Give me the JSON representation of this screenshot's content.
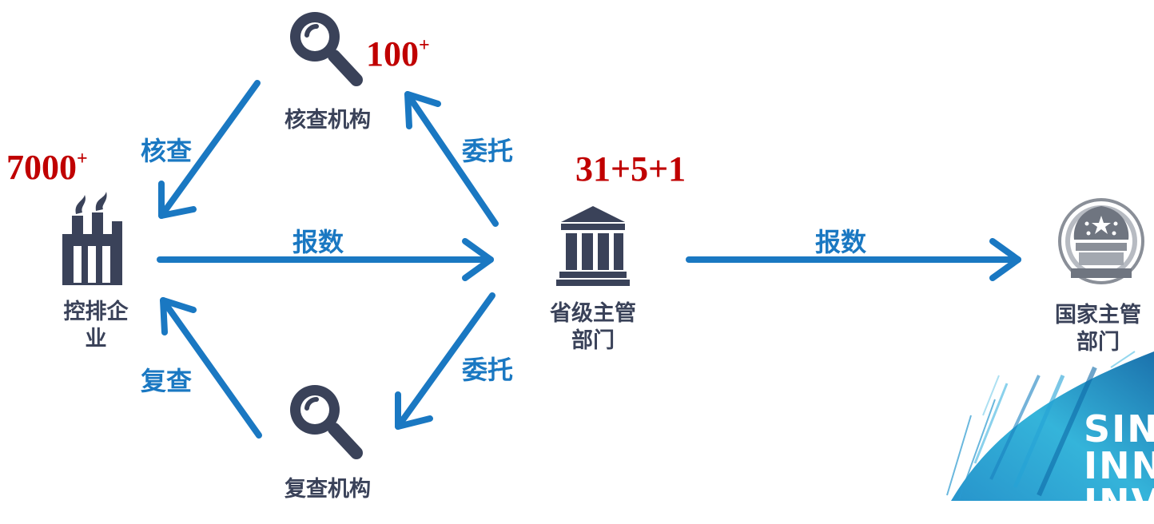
{
  "nodes": {
    "enterprise": {
      "label_line1": "控排企",
      "label_line2": "业",
      "count": "7000",
      "count_sup": "+",
      "icon": "factory-icon"
    },
    "verification_agency": {
      "label": "核查机构",
      "count": "100",
      "count_sup": "+",
      "icon": "magnifier-icon"
    },
    "review_agency": {
      "label": "复查机构",
      "icon": "magnifier-icon"
    },
    "provincial_authority": {
      "label_line1": "省级主管",
      "label_line2": "部门",
      "count": "31+5+1",
      "icon": "government-building-icon"
    },
    "national_authority": {
      "label_line1": "国家主管",
      "label_line2": "部门",
      "icon": "national-emblem-icon"
    }
  },
  "edges": {
    "verify": "核查",
    "entrust_top": "委托",
    "report_main": "报数",
    "entrust_bottom": "委托",
    "review": "复查",
    "report_national": "报数"
  },
  "watermark": {
    "line1": "SIN",
    "line2": "INN",
    "line3": "INV"
  },
  "colors": {
    "arrow": "#1a78c2",
    "icon": "#3a4259",
    "count": "#c00000"
  }
}
